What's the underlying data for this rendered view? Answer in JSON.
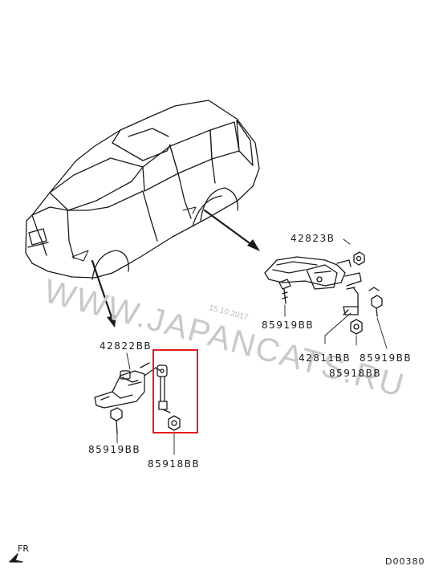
{
  "watermark": {
    "text": "WWW.JAPANCATS.RU",
    "date": "15.10.2017"
  },
  "parts": {
    "p42823B": "42823B",
    "p85919BB_right": "85919BB",
    "p42811BB": "42811BB",
    "p85919BB_far_right": "85919BB",
    "p85918BB_right": "85918BB",
    "p42822BB": "42822BB",
    "p85919BB_left": "85919BB",
    "p85918BB_left": "85918BB"
  },
  "orientation": {
    "label": "FR"
  },
  "diagram_code": "D00380",
  "highlight_color": "#e01e1e"
}
